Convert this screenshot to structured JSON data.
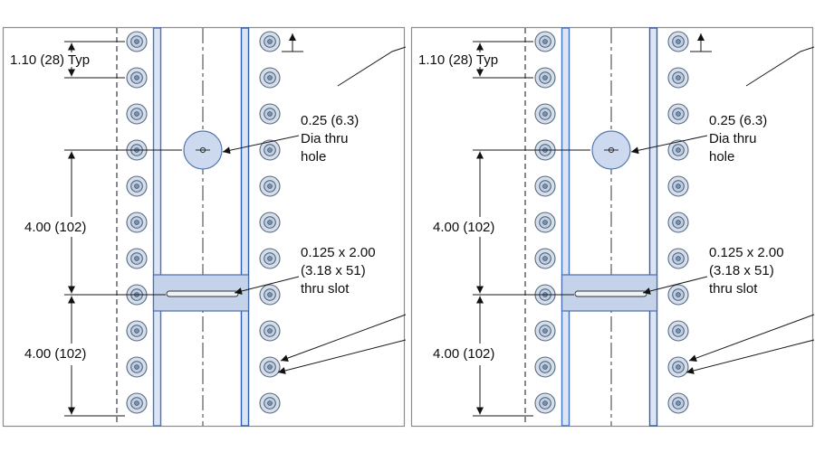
{
  "panels": [
    {
      "dim_typ": "1.10 (28) Typ",
      "dim_upper": "4.00 (102)",
      "dim_lower": "4.00 (102)",
      "hole_note": [
        "0.25 (6.3)",
        "Dia thru",
        "hole"
      ],
      "slot_note": [
        "0.125 x 2.00",
        "(3.18 x 51)",
        "thru slot"
      ]
    },
    {
      "dim_typ": "1.10 (28) Typ",
      "dim_upper": "4.00 (102)",
      "dim_lower": "4.00 (102)",
      "hole_note": [
        "0.25 (6.3)",
        "Dia thru",
        "hole"
      ],
      "slot_note": [
        "0.125 x 2.00",
        "(3.18 x 51)",
        "thru slot"
      ]
    }
  ],
  "colors": {
    "rail_stroke": "#4472c4",
    "rail_fill": "#dbe5f4",
    "fastener_fill": "#d4deec",
    "hole_fill": "#ccd9ee",
    "slot_fill": "#c5d3ea",
    "line": "#1a1a1a"
  }
}
